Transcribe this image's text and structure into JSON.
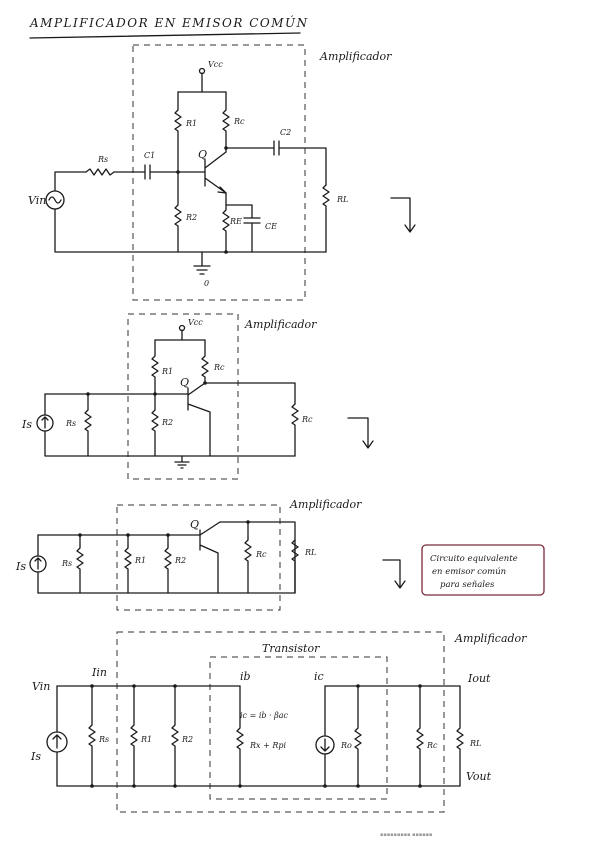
{
  "title": "AMPLIFICADOR EN EMISOR COMÚN",
  "labels": {
    "amplificador": "Amplificador",
    "transistor": "Transistor",
    "vcc": "Vcc",
    "rs": "Rs",
    "c1": "C1",
    "c2": "C2",
    "ce": "CE",
    "q": "Q",
    "r1": "R1",
    "r2": "R2",
    "rc": "Rc",
    "re": "RE",
    "rl": "RL",
    "vin": "Vin",
    "is": "Is",
    "iin": "Iin",
    "ib": "ib",
    "ic": "ic",
    "ic_eq": "ic = ib · βac",
    "rx_rpi": "Rx + Rpi",
    "ro": "Ro",
    "iout": "Iout",
    "vout": "Vout",
    "ground": "0"
  },
  "note": {
    "line1": "Circuito equivalente",
    "line2": "en emisor común",
    "line3": "para señales",
    "border_color": "#7a2a3a"
  },
  "footer": "▪▪▪▪▪▪▪▪▪ ▪▪▪▪▪▪"
}
